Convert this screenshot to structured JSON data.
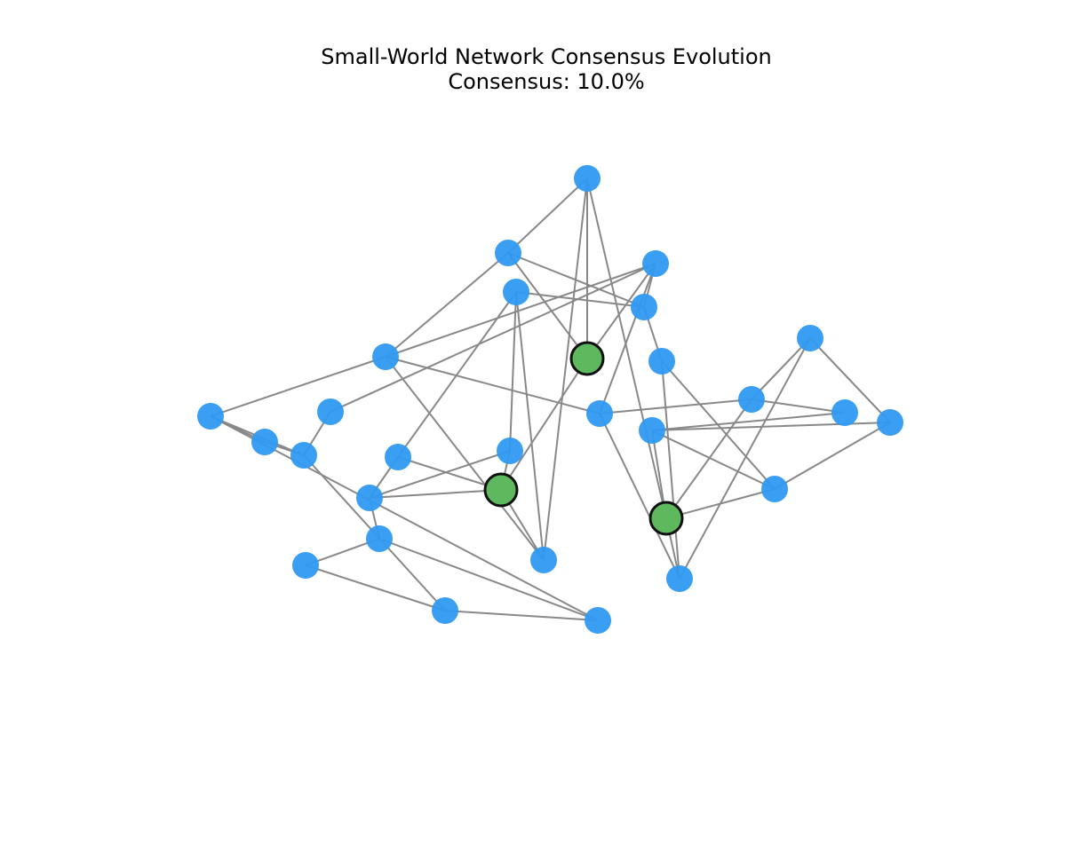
{
  "title": {
    "line1": "Small-World Network Consensus Evolution",
    "line2": "Consensus: 10.0%"
  },
  "colors": {
    "background": "#ffffff",
    "edge": "#888888",
    "node_default": "#2f99f2",
    "node_consensus": "#5db85e",
    "node_consensus_stroke": "#111111"
  },
  "network": {
    "consensus_fraction": 0.1,
    "node_count": 30,
    "consensus_nodes": [
      12,
      17,
      21
    ],
    "nodes": [
      {
        "id": 0,
        "state": "default"
      },
      {
        "id": 1,
        "state": "default"
      },
      {
        "id": 2,
        "state": "default"
      },
      {
        "id": 3,
        "state": "default"
      },
      {
        "id": 4,
        "state": "default"
      },
      {
        "id": 5,
        "state": "default"
      },
      {
        "id": 6,
        "state": "default"
      },
      {
        "id": 7,
        "state": "default"
      },
      {
        "id": 8,
        "state": "default"
      },
      {
        "id": 9,
        "state": "default"
      },
      {
        "id": 10,
        "state": "default"
      },
      {
        "id": 11,
        "state": "default"
      },
      {
        "id": 12,
        "state": "consensus"
      },
      {
        "id": 13,
        "state": "default"
      },
      {
        "id": 14,
        "state": "default"
      },
      {
        "id": 15,
        "state": "default"
      },
      {
        "id": 16,
        "state": "default"
      },
      {
        "id": 17,
        "state": "consensus"
      },
      {
        "id": 18,
        "state": "default"
      },
      {
        "id": 19,
        "state": "default"
      },
      {
        "id": 20,
        "state": "default"
      },
      {
        "id": 21,
        "state": "consensus"
      },
      {
        "id": 22,
        "state": "default"
      },
      {
        "id": 23,
        "state": "default"
      },
      {
        "id": 24,
        "state": "default"
      },
      {
        "id": 25,
        "state": "default"
      },
      {
        "id": 26,
        "state": "default"
      },
      {
        "id": 27,
        "state": "default"
      },
      {
        "id": 28,
        "state": "default"
      },
      {
        "id": 29,
        "state": "default"
      }
    ],
    "edges": [
      [
        0,
        1
      ],
      [
        0,
        2
      ],
      [
        1,
        3
      ],
      [
        1,
        6
      ],
      [
        2,
        3
      ],
      [
        2,
        8
      ],
      [
        3,
        5
      ],
      [
        4,
        5
      ],
      [
        4,
        6
      ],
      [
        5,
        6
      ],
      [
        6,
        9
      ],
      [
        5,
        10
      ],
      [
        7,
        8
      ],
      [
        7,
        11
      ],
      [
        7,
        12
      ],
      [
        8,
        12
      ],
      [
        9,
        18
      ],
      [
        8,
        13
      ],
      [
        10,
        18
      ],
      [
        10,
        14
      ],
      [
        10,
        15
      ],
      [
        10,
        20
      ],
      [
        11,
        13
      ],
      [
        11,
        14
      ],
      [
        11,
        19
      ],
      [
        12,
        13
      ],
      [
        12,
        14
      ],
      [
        12,
        17
      ],
      [
        14,
        16
      ],
      [
        15,
        16
      ],
      [
        15,
        17
      ],
      [
        15,
        19
      ],
      [
        16,
        17
      ],
      [
        17,
        18
      ],
      [
        16,
        21
      ],
      [
        18,
        19
      ],
      [
        18,
        20
      ],
      [
        19,
        23
      ],
      [
        20,
        22
      ],
      [
        20,
        24
      ],
      [
        21,
        22
      ],
      [
        21,
        24
      ],
      [
        21,
        25
      ],
      [
        22,
        23
      ],
      [
        21,
        27
      ],
      [
        22,
        26
      ],
      [
        23,
        25
      ],
      [
        24,
        26
      ],
      [
        24,
        28
      ],
      [
        25,
        27
      ],
      [
        25,
        29
      ],
      [
        26,
        29
      ],
      [
        27,
        28
      ],
      [
        27,
        29
      ]
    ]
  }
}
